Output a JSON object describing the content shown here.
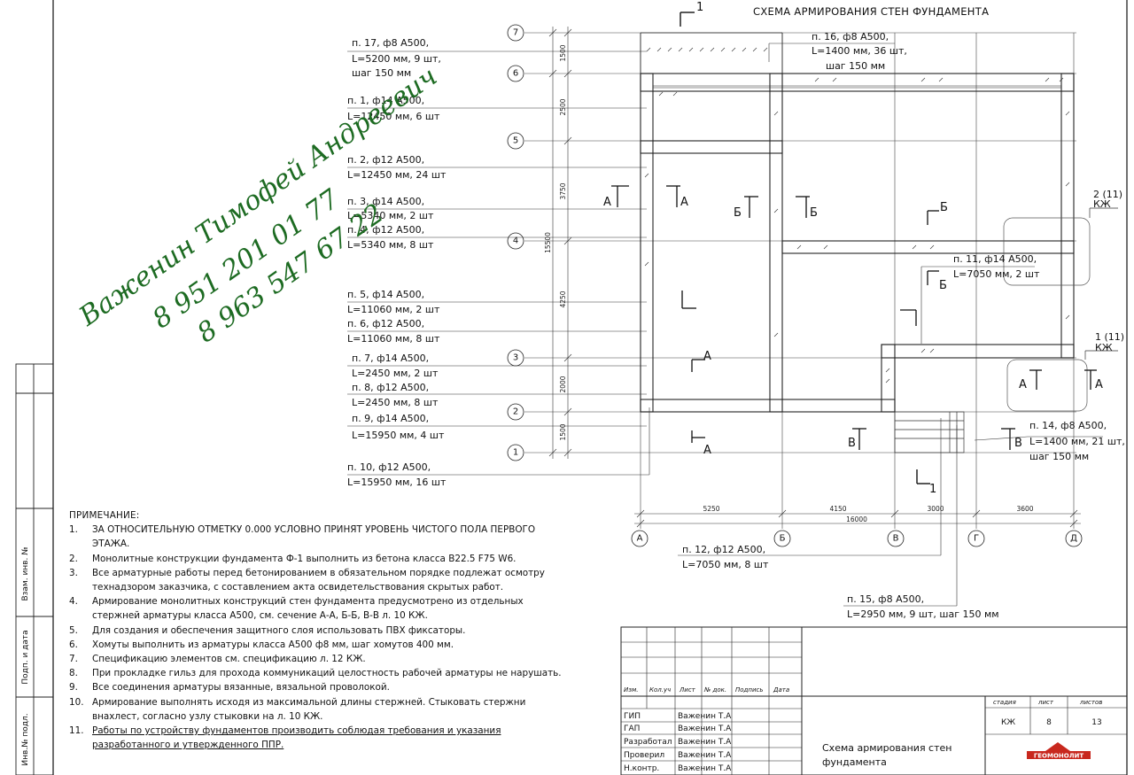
{
  "title": "СХЕМА АРМИРОВАНИЯ СТЕН ФУНДАМЕНТА",
  "watermark": {
    "name": "Важенин Тимофей Андреевич",
    "phone1": "8 951 201 01 77",
    "phone2": "8 963 547 67 22"
  },
  "left_callouts": [
    {
      "lines": [
        "п. 17, ф8 А500,",
        "L=5200 мм, 9 шт,",
        "шаг 150 мм"
      ]
    },
    {
      "lines": [
        "п. 1, ф14 А500,",
        "L=12450 мм, 6 шт"
      ]
    },
    {
      "lines": [
        "п. 2, ф12 А500,",
        "L=12450 мм, 24 шт"
      ]
    },
    {
      "lines": [
        "п. 3, ф14 А500,",
        "L=5340 мм, 2 шт"
      ]
    },
    {
      "lines": [
        "п. 4, ф12 А500,",
        "L=5340 мм, 8 шт"
      ]
    },
    {
      "lines": [
        "п. 5, ф14 А500,",
        "L=11060 мм, 2 шт"
      ]
    },
    {
      "lines": [
        "п. 6, ф12 А500,",
        "L=11060 мм, 8 шт"
      ]
    },
    {
      "lines": [
        "п. 7, ф14 А500,",
        "L=2450 мм, 2 шт"
      ]
    },
    {
      "lines": [
        "п. 8, ф12 А500,",
        "L=2450 мм, 8 шт"
      ]
    },
    {
      "lines": [
        "п. 9, ф14 А500,",
        "L=15950 мм, 4 шт"
      ]
    },
    {
      "lines": [
        "п. 10, ф12 А500,",
        "L=15950 мм, 16 шт"
      ]
    }
  ],
  "right_callouts": [
    {
      "lines": [
        "п. 16, ф8 А500,",
        "L=1400 мм, 36 шт,",
        "шаг 150 мм"
      ]
    },
    {
      "lines": [
        "п. 11, ф14 А500,",
        "L=7050 мм, 2 шт"
      ]
    },
    {
      "lines": [
        "п. 14, ф8 А500,",
        "L=1400 мм, 21 шт,",
        "шаг 150 мм"
      ]
    },
    {
      "lines": [
        "п. 12, ф12 А500,",
        "L=7050 мм, 8 шт"
      ]
    },
    {
      "lines": [
        "п. 15, ф8 А500,",
        "L=2950 мм, 9 шт, шаг 150 мм"
      ]
    }
  ],
  "row_axes": [
    "7",
    "6",
    "5",
    "4",
    "3",
    "2",
    "1"
  ],
  "col_axes": [
    "А",
    "Б",
    "В",
    "Г",
    "Д"
  ],
  "row_dims": [
    "1500",
    "2500",
    "3750",
    "4250",
    "2000",
    "1500"
  ],
  "total_row_dim": "15500",
  "col_dims": [
    "5250",
    "4150",
    "3000",
    "3600"
  ],
  "total_col_dim": "16000",
  "section_marks": {
    "cut1": "1",
    "a": "А",
    "b": "Б",
    "v": "В",
    "node1": "1 (11)",
    "node2": "2 (11)",
    "node_sheet": "КЖ"
  },
  "notes": {
    "heading": "ПРИМЕЧАНИЕ:",
    "items": [
      {
        "n": "1.",
        "text": "ЗА ОТНОСИТЕЛЬНУЮ ОТМЕТКУ 0.000 УСЛОВНО ПРИНЯТ УРОВЕНЬ ЧИСТОГО ПОЛА ПЕРВОГО ЭТАЖА."
      },
      {
        "n": "2.",
        "text": "Монолитные конструкции фундамента Ф-1 выполнить из бетона класса В22.5 F75 W6."
      },
      {
        "n": "3.",
        "text": "Все арматурные работы перед бетонированием в обязательном порядке подлежат осмотру технадзором заказчика, с составлением акта освидетельствования скрытых работ."
      },
      {
        "n": "4.",
        "text": "Армирование монолитных конструкций стен фундамента предусмотрено из отдельных стержней арматуры класса А500, см. сечение А-А, Б-Б, В-В л. 10 КЖ."
      },
      {
        "n": "5.",
        "text": "Для создания и обеспечения защитного слоя использовать ПВХ фиксаторы."
      },
      {
        "n": "6.",
        "text": "Хомуты выполнить из арматуры класса А500 ф8 мм, шаг хомутов 400 мм."
      },
      {
        "n": "7.",
        "text": "Спецификацию элементов см. спецификацию л. 12 КЖ."
      },
      {
        "n": "8.",
        "text": "При прокладке гильз для прохода коммуникаций целостность рабочей арматуры не нарушать."
      },
      {
        "n": "9.",
        "text": "Все соединения арматуры вязанные, вязальной проволокой."
      },
      {
        "n": "10.",
        "text": "Армирование выполнять исходя из максимальной длины стержней. Стыковать стержни внахлест, согласно узлу стыковки на л. 10 КЖ."
      },
      {
        "n": "11.",
        "text": "Работы по устройству фундаментов производить соблюдая требования и указания разработанного и утвержденного ППР."
      }
    ]
  },
  "side_stamp": [
    "Взам. инв. №",
    "Подп. и дата",
    "Инв.№ подл."
  ],
  "title_block": {
    "columns": [
      "Изм.",
      "Кол.уч",
      "Лист",
      "№ док.",
      "Подпись",
      "Дата"
    ],
    "roles": [
      {
        "role": "ГИП",
        "name": "Важенин Т.А"
      },
      {
        "role": "ГАП",
        "name": "Важенин Т.А"
      },
      {
        "role": "Разработал",
        "name": "Важенин Т.А"
      },
      {
        "role": "Проверил",
        "name": "Важенин Т.А"
      },
      {
        "role": "Н.контр.",
        "name": "Важенин Т.А"
      }
    ],
    "stage_header": "стадия",
    "sheet_header": "лист",
    "sheets_header": "листов",
    "stage": "КЖ",
    "sheet": "8",
    "sheets": "13",
    "sheet_title": [
      "Схема армирования стен",
      "фундамента"
    ],
    "logo": "ГЕОМОНОЛИТ"
  }
}
